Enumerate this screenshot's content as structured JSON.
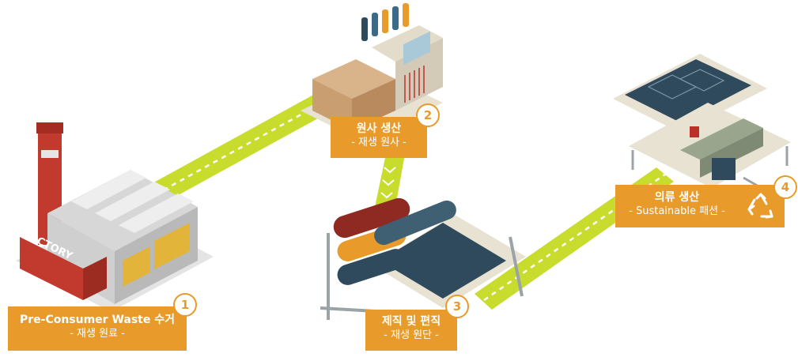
{
  "steps": [
    {
      "number": "1",
      "title": "Pre-Consumer Waste 수거",
      "subtitle": "- 재생 원료 -"
    },
    {
      "number": "2",
      "title": "원사 생산",
      "subtitle": "- 재생 원사 -"
    },
    {
      "number": "3",
      "title": "제직 및 편직",
      "subtitle": "- 재생 원단 -"
    },
    {
      "number": "4",
      "title": "의류 생산",
      "subtitle": "- Sustainable 패션 -"
    }
  ],
  "factory_sign": "FACTORY",
  "icons": [
    "factory-icon",
    "spinning-machine-icon",
    "fabric-rolls-icon",
    "sewing-table-icon",
    "recycle-icon"
  ],
  "colors": {
    "accent": "#e89b2a",
    "path": "#c7dc2d",
    "chevron": "#ffffff"
  }
}
